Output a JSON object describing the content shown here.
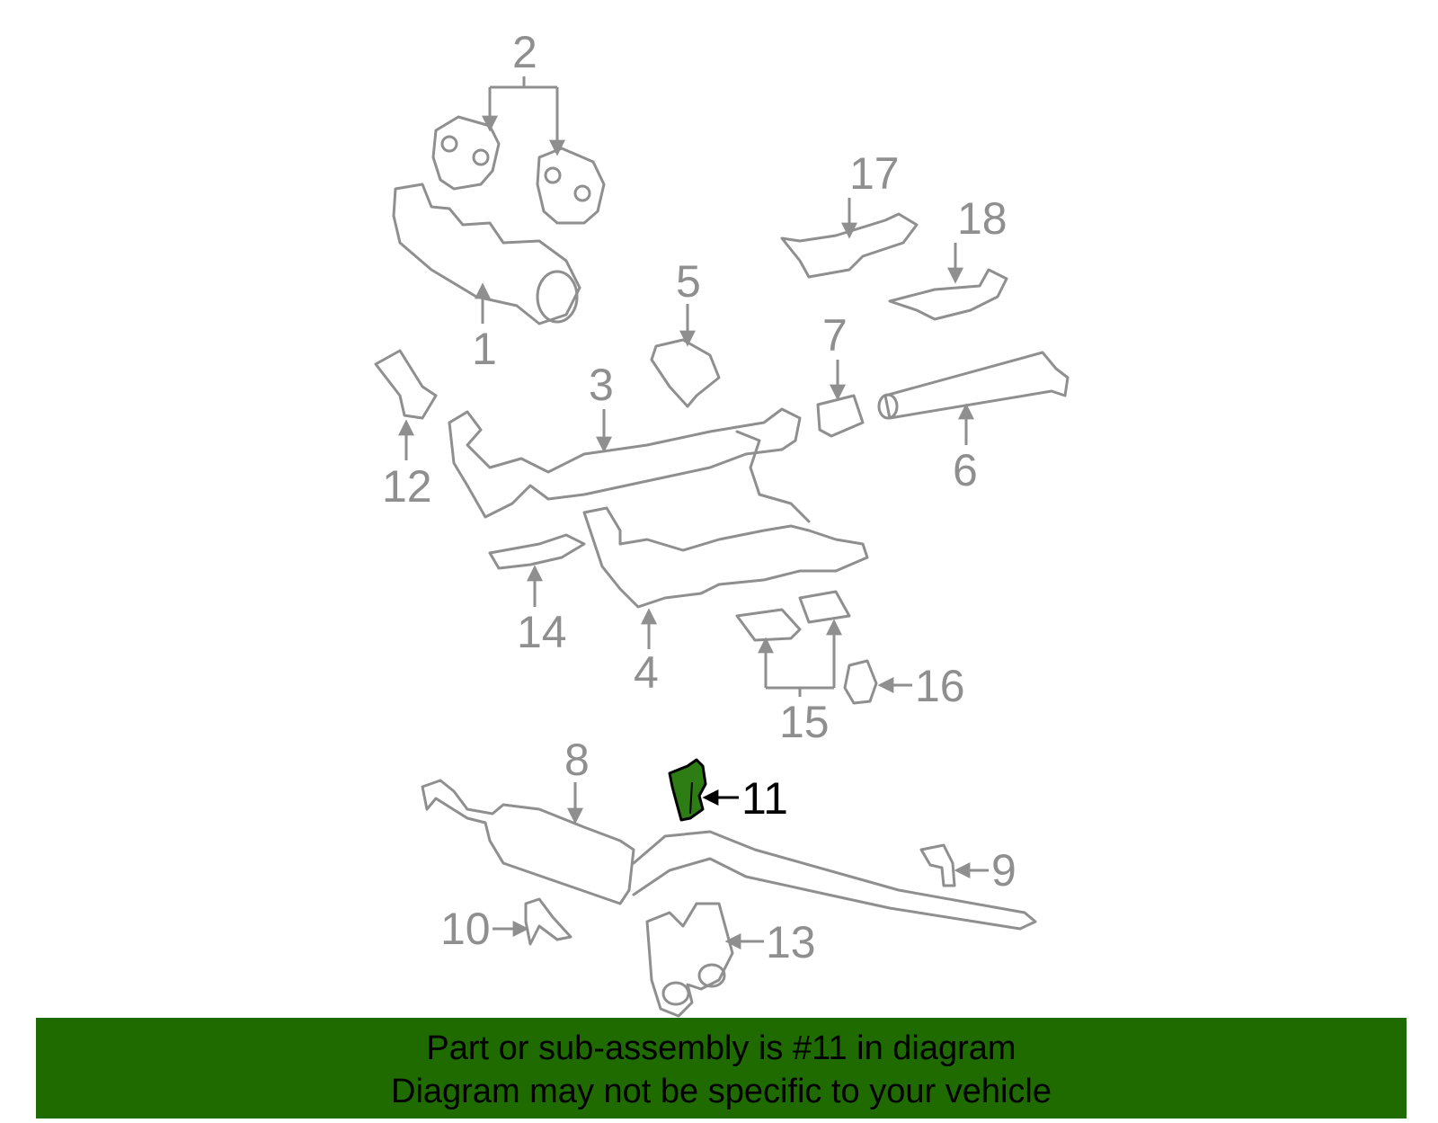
{
  "diagram": {
    "highlighted_part": "11",
    "colors": {
      "line": "#8f8f8f",
      "highlight": "#2e7d14",
      "banner": "#1f6b00",
      "text": "#000000"
    },
    "callouts": [
      "1",
      "2",
      "3",
      "4",
      "5",
      "6",
      "7",
      "8",
      "9",
      "10",
      "11",
      "12",
      "13",
      "14",
      "15",
      "16",
      "17",
      "18"
    ]
  },
  "banner": {
    "line1": "Part or sub-assembly is #11 in diagram",
    "line2": "Diagram may not be specific to your vehicle"
  }
}
